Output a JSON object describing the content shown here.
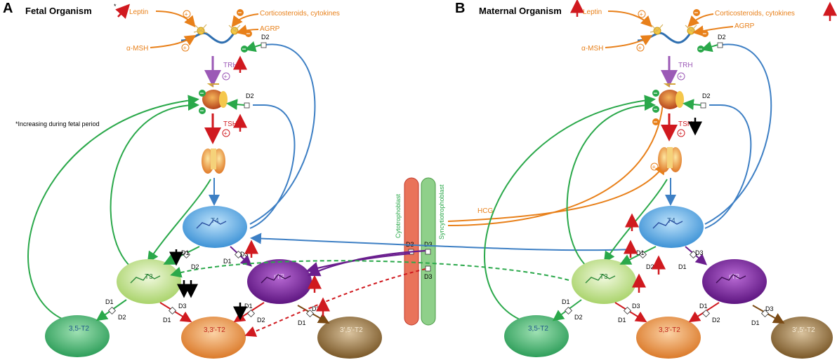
{
  "panels": {
    "a": {
      "letter": "A",
      "title": "Fetal Organism",
      "note": "*Increasing during fetal period"
    },
    "b": {
      "letter": "B",
      "title": "Maternal Organism"
    }
  },
  "signals": {
    "leptin_fetal": "Leptin",
    "leptin_star": "*",
    "leptin": "Leptin",
    "corticosteroids": "Corticosteroids, cytokines",
    "agrp": "AGRP",
    "amsh": "α-MSH",
    "trh": "TRH",
    "tsh": "TSH",
    "hcg": "HCG"
  },
  "nodes": {
    "t4": "T4",
    "t3": "T3",
    "rt3": "rT3",
    "t2_35": "3,5-T2",
    "t2_33": "3,3'-T2",
    "t2_35p": "3',5'-T2"
  },
  "enzymes": {
    "d1": "D1",
    "d2": "D2",
    "d3": "D3"
  },
  "placenta": {
    "cytotrophoblast": "Cytotrophoblast",
    "syncytiotrophoblast": "Syncytiotrophoblast"
  },
  "symbols": {
    "plus": "+",
    "minus": "−"
  },
  "colors": {
    "orange": "#e8801a",
    "purple": "#9b59b6",
    "red": "#d0191f",
    "green": "#2aa84a",
    "blue": "#3d7fc4",
    "dark_purple": "#6a1d8e",
    "brown": "#7a4a14",
    "t4_fill": "#4aa3e0",
    "t3_fill": "#c8e39a",
    "rt3_fill": "#7b2a9e",
    "t2_35_fill": "#3db36a",
    "t2_33_fill": "#e8913f",
    "t2_35p_fill": "#8a6a3a",
    "cyto_fill": "#e9735a",
    "syncytio_fill": "#8fd08a"
  }
}
